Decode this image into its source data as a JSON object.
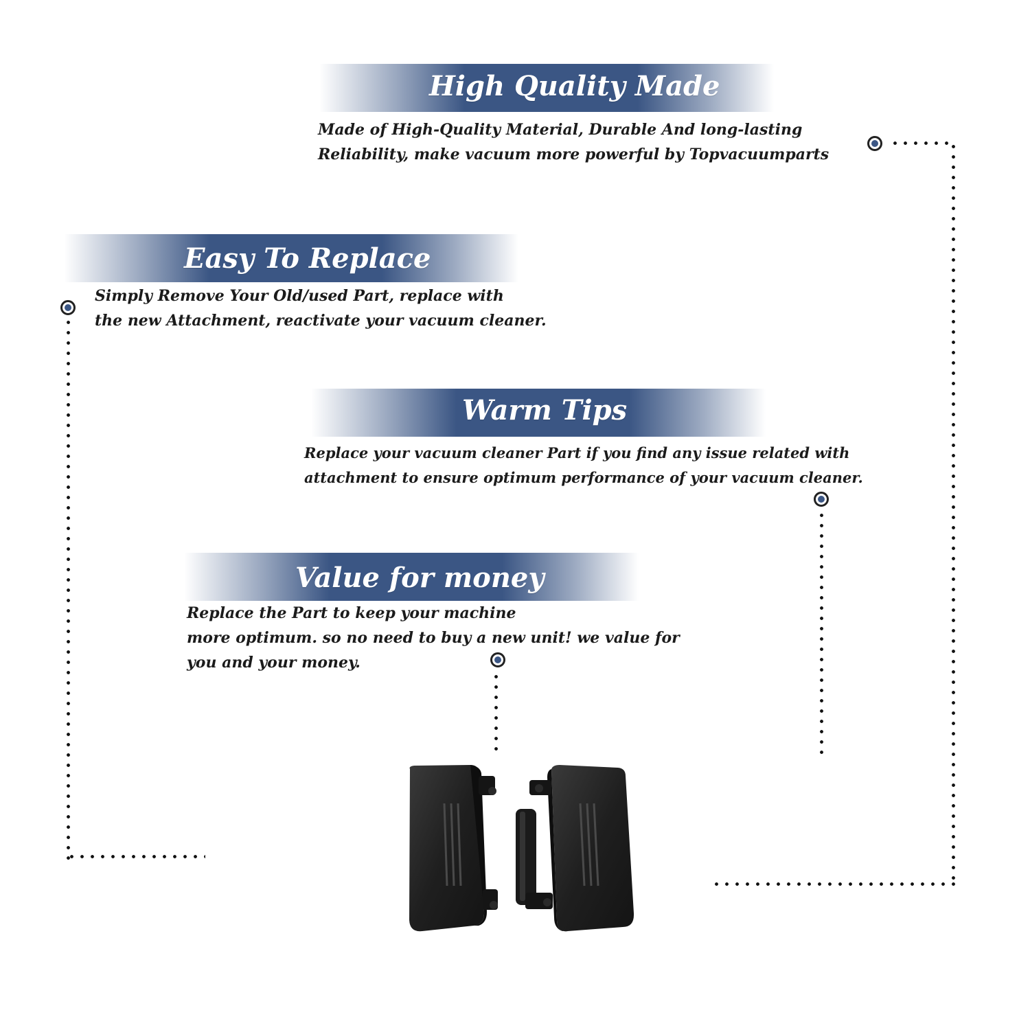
{
  "sections": [
    {
      "title": "High Quality Made",
      "lines": [
        "Made of  High-Quality Material, Durable And long-lasting",
        "Reliability, make vacuum more powerful by Topvacuumparts"
      ]
    },
    {
      "title": "Easy To Replace",
      "lines": [
        "Simply Remove Your Old/used Part, replace with",
        "the new Attachment, reactivate your vacuum cleaner."
      ]
    },
    {
      "title": "Warm Tips",
      "lines": [
        "Replace your vacuum cleaner Part if you find any issue related with",
        " attachment to ensure optimum performance of your vacuum cleaner."
      ]
    },
    {
      "title": "Value for money",
      "lines": [
        "Replace the Part to keep your machine",
        "more optimum. so no need to buy a new unit! we value for",
        "you and your money."
      ]
    }
  ],
  "colors": {
    "banner": "#3b5684",
    "text": "#1b1b1b",
    "marker_fill": "#3b5684",
    "product": "#1e1e1e"
  },
  "icons": {
    "marker": "target-dot-icon",
    "product": "vacuum-part-pair-image"
  }
}
